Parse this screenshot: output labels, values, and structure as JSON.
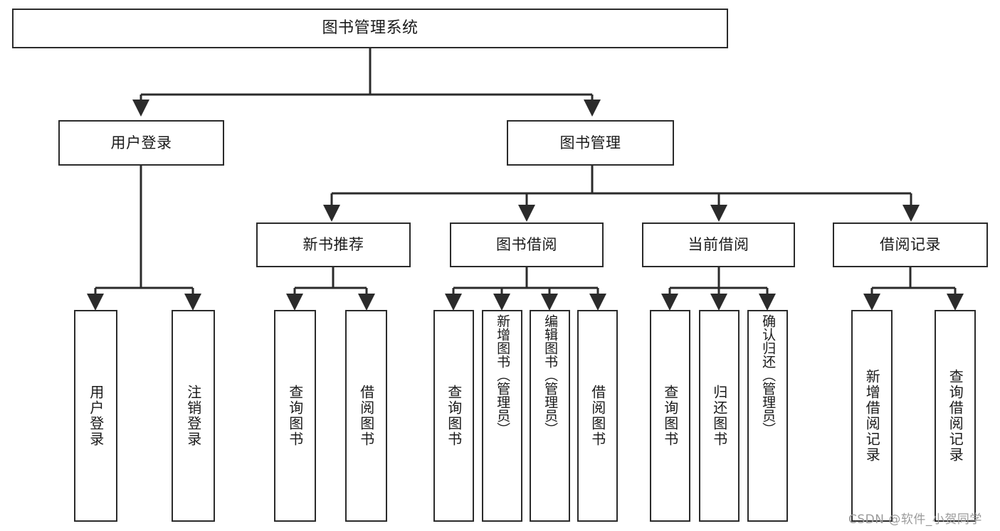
{
  "diagram": {
    "title": "图书管理系统",
    "type": "tree",
    "watermark": "CSDN @软件_小贺同学",
    "colors": {
      "border": "#2b2b2b",
      "background": "#ffffff",
      "text": "#1a1a1a",
      "edge": "#2b2b2b",
      "watermark": "#9b9b9b"
    },
    "nodes": {
      "root": {
        "label": "图书管理系统"
      },
      "level2": [
        {
          "id": "user-login",
          "label": "用户登录"
        },
        {
          "id": "book-manage",
          "label": "图书管理"
        }
      ],
      "level3": [
        {
          "id": "new-book-recommend",
          "label": "新书推荐"
        },
        {
          "id": "book-borrow",
          "label": "图书借阅"
        },
        {
          "id": "current-borrow",
          "label": "当前借阅"
        },
        {
          "id": "borrow-record",
          "label": "借阅记录"
        }
      ],
      "leaves": {
        "user_login": [
          {
            "id": "leaf-user-login",
            "label": "用户登录"
          },
          {
            "id": "leaf-logout-login",
            "label": "注销登录"
          }
        ],
        "new_book_recommend": [
          {
            "id": "leaf-query-book-1",
            "label": "查询图书"
          },
          {
            "id": "leaf-borrow-book-1",
            "label": "借阅图书"
          }
        ],
        "book_borrow": [
          {
            "id": "leaf-query-book-2",
            "label": "查询图书"
          },
          {
            "id": "leaf-add-book",
            "label": "新增图书（管理员）"
          },
          {
            "id": "leaf-edit-book",
            "label": "编辑图书（管理员）"
          },
          {
            "id": "leaf-borrow-book-2",
            "label": "借阅图书"
          }
        ],
        "current_borrow": [
          {
            "id": "leaf-query-book-3",
            "label": "查询图书"
          },
          {
            "id": "leaf-return-book",
            "label": "归还图书"
          },
          {
            "id": "leaf-confirm-return",
            "label": "确认归还（管理员）"
          }
        ],
        "borrow_record": [
          {
            "id": "leaf-add-record",
            "label": "新增借阅记录"
          },
          {
            "id": "leaf-query-record",
            "label": "查询借阅记录"
          }
        ]
      }
    }
  }
}
